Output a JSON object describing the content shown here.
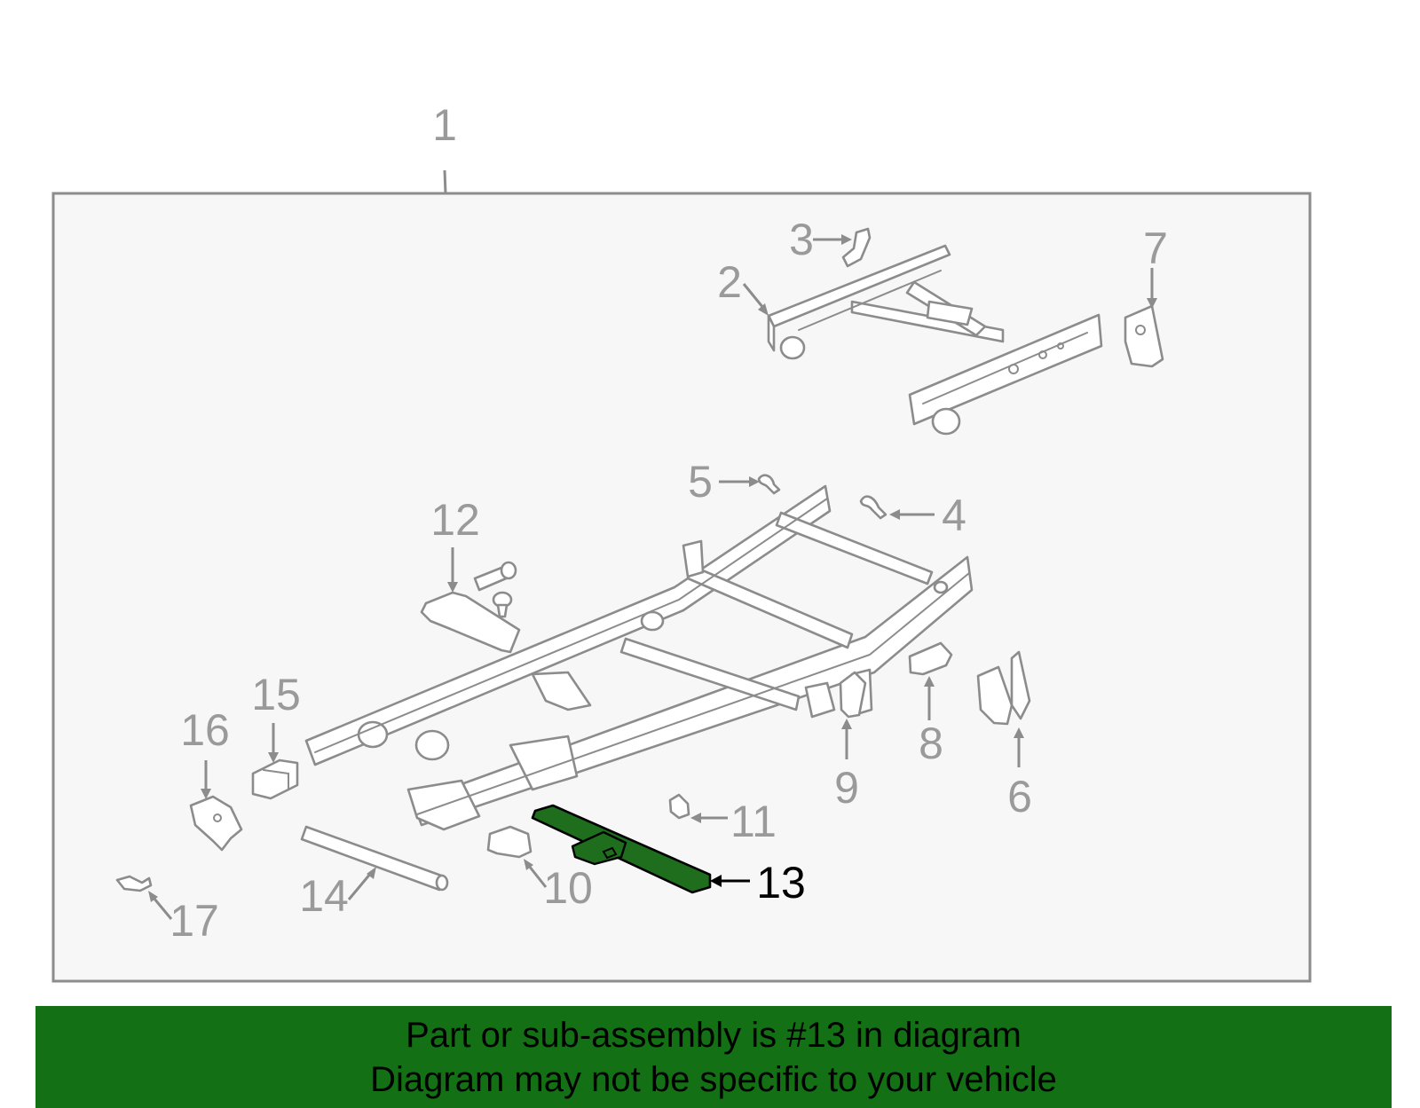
{
  "diagram": {
    "callouts": [
      {
        "id": 1,
        "label": "1"
      },
      {
        "id": 2,
        "label": "2"
      },
      {
        "id": 3,
        "label": "3"
      },
      {
        "id": 4,
        "label": "4"
      },
      {
        "id": 5,
        "label": "5"
      },
      {
        "id": 6,
        "label": "6"
      },
      {
        "id": 7,
        "label": "7"
      },
      {
        "id": 8,
        "label": "8"
      },
      {
        "id": 9,
        "label": "9"
      },
      {
        "id": 10,
        "label": "10"
      },
      {
        "id": 11,
        "label": "11"
      },
      {
        "id": 12,
        "label": "12"
      },
      {
        "id": 13,
        "label": "13",
        "highlighted": true
      },
      {
        "id": 14,
        "label": "14"
      },
      {
        "id": 15,
        "label": "15"
      },
      {
        "id": 16,
        "label": "16"
      },
      {
        "id": 17,
        "label": "17"
      }
    ],
    "colors": {
      "panel_background": "#f7f7f7",
      "panel_border": "#8c8c8c",
      "line_art": "#8c8c8c",
      "highlight_fill": "#1e6e1e",
      "banner_background": "#147014",
      "label_gray": "#9a9a9a",
      "label_highlight": "#000000"
    }
  },
  "banner": {
    "line1": "Part or sub-assembly is #13 in diagram",
    "line2": "Diagram may not be specific to your vehicle"
  }
}
